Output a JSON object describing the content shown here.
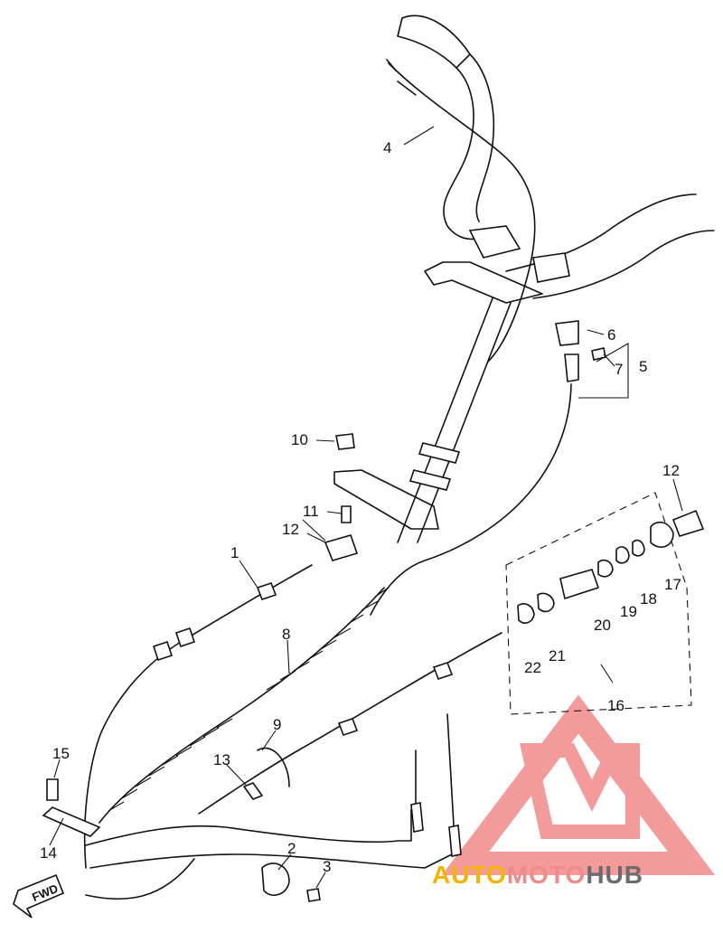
{
  "diagram": {
    "part_numbers": {
      "p1": "1",
      "p2": "2",
      "p3": "3",
      "p4": "4",
      "p5": "5",
      "p6": "6",
      "p7": "7",
      "p8": "8",
      "p9": "9",
      "p10": "10",
      "p11": "11",
      "p12a": "12",
      "p12b": "12",
      "p13": "13",
      "p14": "14",
      "p15": "15",
      "p16": "16",
      "p17": "17",
      "p18": "18",
      "p19": "19",
      "p20": "20",
      "p21": "21",
      "p22": "22"
    },
    "direction_label": "FWD"
  },
  "watermark": {
    "part1": "AUTO",
    "part2": "MOTO",
    "part3": "HUB",
    "logo_color": "#f28a8a",
    "accent_color": "#f5b400"
  }
}
